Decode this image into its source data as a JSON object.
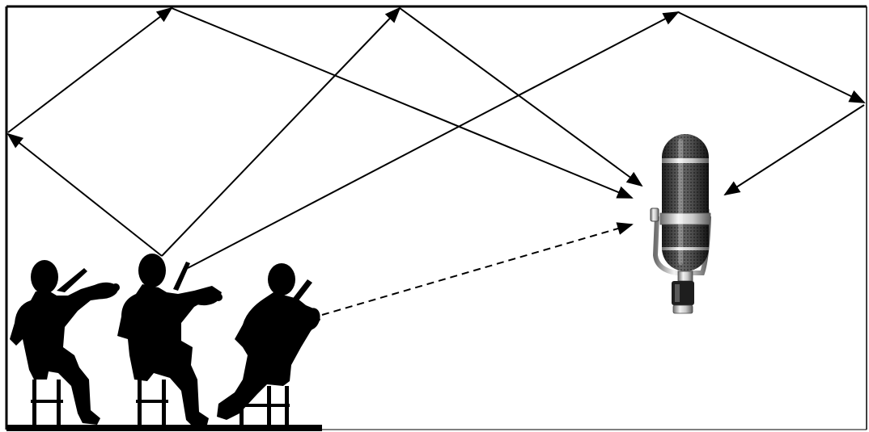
{
  "diagram": {
    "kind": "sound-reflection-illustration",
    "text_labels": [],
    "colors": {
      "line": "#000000",
      "silhouette": "#000000",
      "background": "#ffffff",
      "mic_chrome": "#b8b8b8",
      "mic_grille": "#2a2a2a"
    },
    "elements": {
      "musicians": [
        "violinist-silhouette",
        "violinist-silhouette",
        "fiddler-silhouette"
      ],
      "microphone": "vintage-ribbon-microphone-icon",
      "direct_path": "dashed-arrow",
      "reflected_paths": "solid-arrows"
    }
  }
}
